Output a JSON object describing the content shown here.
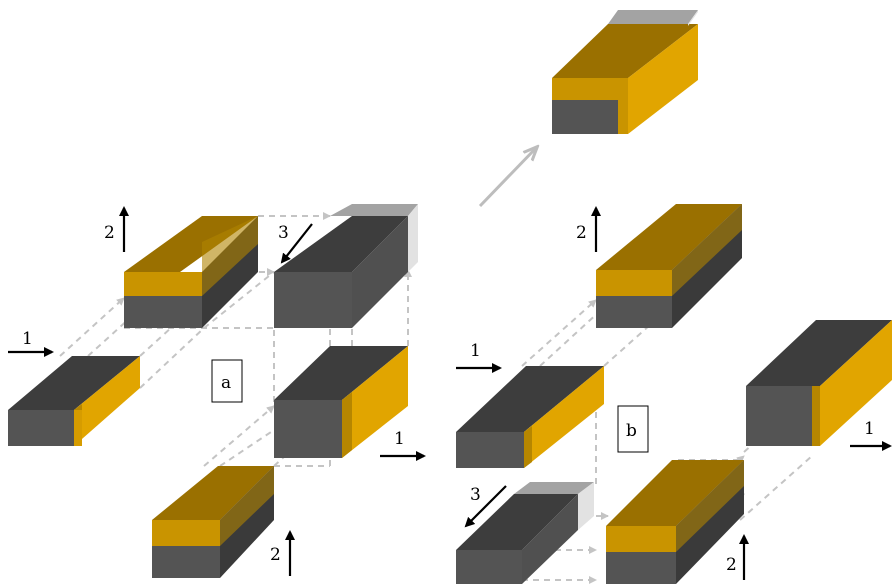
{
  "labels": {
    "a": "a",
    "b": "b",
    "one": "1",
    "two": "2",
    "three": "3"
  },
  "colors": {
    "dark_front": "#545454",
    "dark_top": "#3d3d3d",
    "dark_side": "#2f2f2f",
    "gold_face": "#e1a500",
    "gold_top": "#9a7000",
    "gold_band": "#c99400",
    "gray_light": "#a3a3a3",
    "gray_lighter": "#e2e2e2",
    "dashed": "#c4c4c4",
    "arrow_gray": "#bdbdbd"
  }
}
